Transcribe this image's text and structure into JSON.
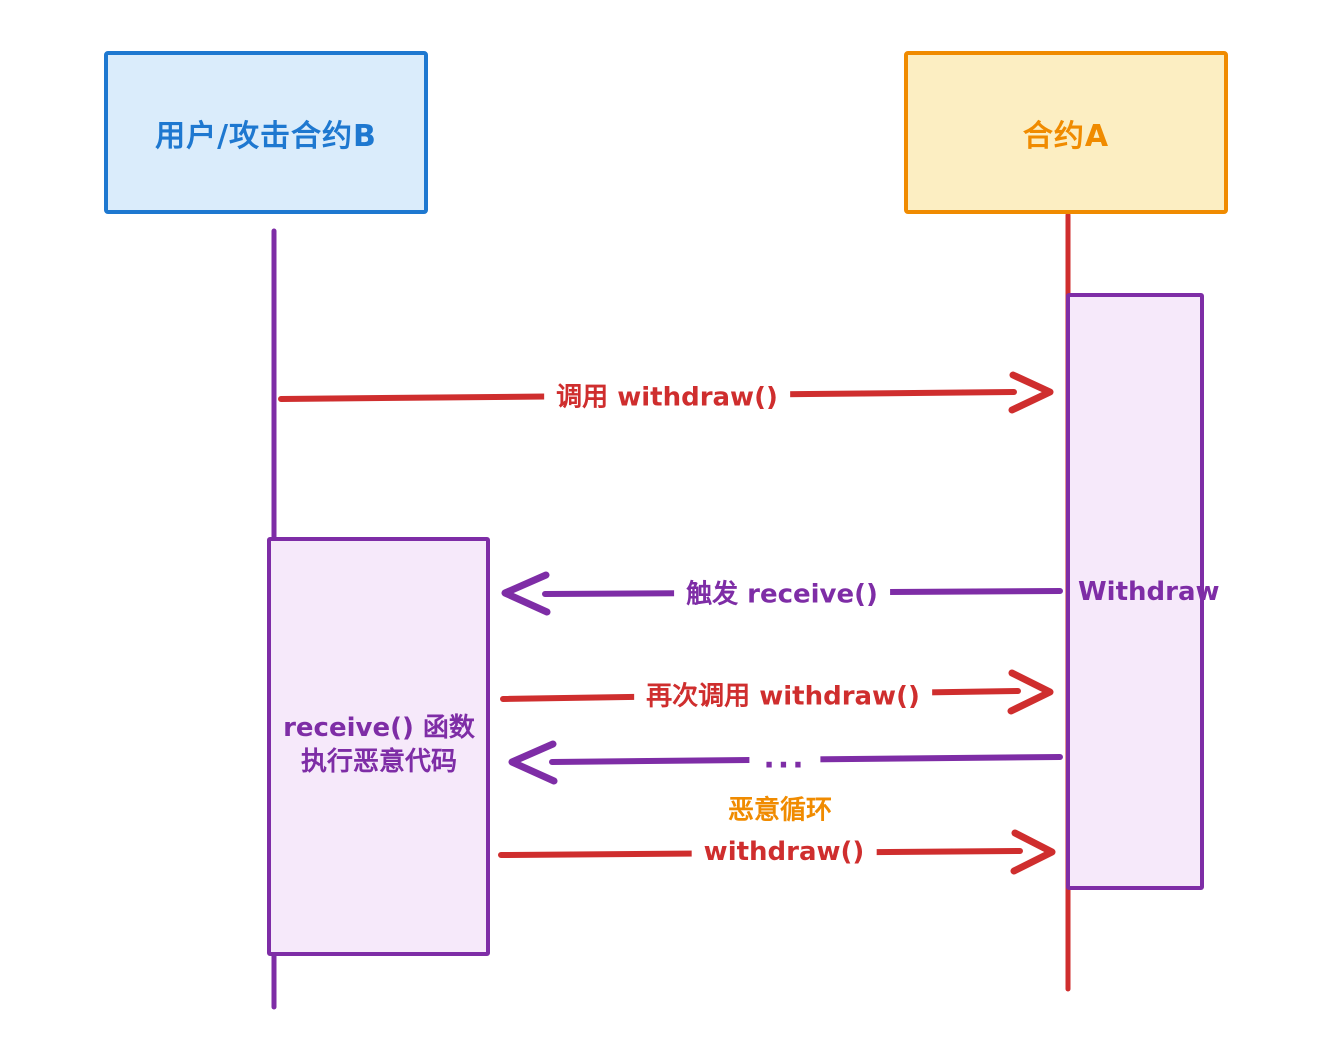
{
  "diagram": {
    "type": "sequence-diagram",
    "actors": [
      {
        "id": "attacker",
        "label": "用户/攻击合约B"
      },
      {
        "id": "contract_a",
        "label": "合约A"
      }
    ],
    "activations": {
      "withdraw": {
        "label": "Withdraw"
      },
      "receive": {
        "line1": "receive() 函数",
        "line2": "执行恶意代码"
      }
    },
    "messages": [
      {
        "label": "调用 withdraw()",
        "from": "attacker",
        "to": "contract_a",
        "color": "red"
      },
      {
        "label": "触发 receive()",
        "from": "contract_a",
        "to": "attacker",
        "color": "purple"
      },
      {
        "label": "再次调用 withdraw()",
        "from": "attacker",
        "to": "contract_a",
        "color": "red"
      },
      {
        "label": "...",
        "from": "contract_a",
        "to": "attacker",
        "color": "purple"
      },
      {
        "label": "withdraw()",
        "from": "attacker",
        "to": "contract_a",
        "color": "red"
      }
    ],
    "annotation": {
      "label": "恶意循环",
      "color": "orange"
    },
    "colors": {
      "blue": "#1e78d0",
      "blue_fill": "#daecfb",
      "orange": "#f08b00",
      "yellow_fill": "#fceec2",
      "red": "#cf2e2e",
      "purple": "#7e2da6",
      "purple_fill": "#f6e9fa",
      "background": "#ffffff"
    }
  }
}
